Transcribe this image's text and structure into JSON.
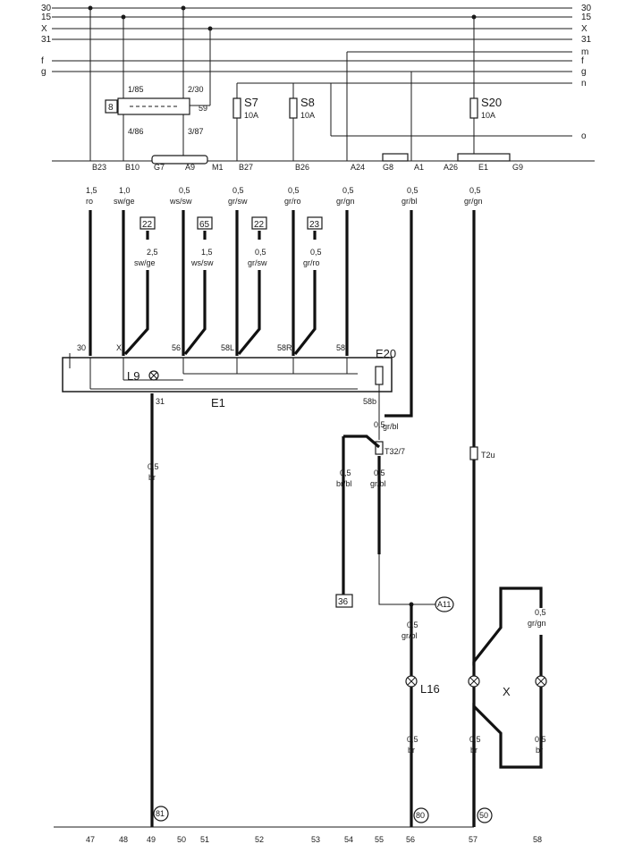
{
  "bus_lines": {
    "left": [
      "30",
      "15",
      "X",
      "31",
      "f",
      "g"
    ],
    "right": [
      "30",
      "15",
      "X",
      "31",
      "m",
      "f",
      "g",
      "n",
      "o"
    ]
  },
  "relay": {
    "box_label": "8",
    "terminals": [
      "1/85",
      "4/86",
      "2/30",
      "3/87",
      "59"
    ]
  },
  "fuses": [
    {
      "name": "S7",
      "rating": "10A"
    },
    {
      "name": "S8",
      "rating": "10A"
    },
    {
      "name": "S20",
      "rating": "10A"
    }
  ],
  "connectors": [
    "B23",
    "B10",
    "G7",
    "A9",
    "M1",
    "B27",
    "B26",
    "A24",
    "G8",
    "A1",
    "A26",
    "E1",
    "G9"
  ],
  "wires_top": [
    {
      "size": "1,5",
      "color": "ro"
    },
    {
      "size": "1,0",
      "color": "sw/ge"
    },
    {
      "size": "0,5",
      "color": "ws/sw"
    },
    {
      "size": "0,5",
      "color": "gr/sw"
    },
    {
      "size": "0,5",
      "color": "gr/ro"
    },
    {
      "size": "0,5",
      "color": "gr/gn"
    },
    {
      "size": "0,5",
      "color": "gr/bl"
    },
    {
      "size": "0,5",
      "color": "gr/gn"
    }
  ],
  "ref_boxes": [
    "22",
    "65",
    "22",
    "23"
  ],
  "branch_wires": [
    {
      "size": "2,5",
      "color": "sw/ge"
    },
    {
      "size": "1,5",
      "color": "ws/sw"
    },
    {
      "size": "0,5",
      "color": "gr/sw"
    },
    {
      "size": "0,5",
      "color": "gr/ro"
    }
  ],
  "switch": {
    "pins": [
      "30",
      "X",
      "56",
      "58L",
      "58R",
      "58"
    ],
    "labels": [
      "E20",
      "L9",
      "E1",
      "31",
      "58b"
    ]
  },
  "lower_wires": [
    {
      "size": "0,5",
      "color": "br"
    },
    {
      "size": "0,5",
      "color": "gr/bl"
    },
    {
      "size": "0,5",
      "color": "br/bl"
    },
    {
      "size": "0,5",
      "color": "gr/bl"
    },
    {
      "size": "0,5",
      "color": "gr/bl"
    },
    {
      "size": "0,5",
      "color": "gr/gn"
    },
    {
      "size": "0,5",
      "color": "br"
    },
    {
      "size": "0,5",
      "color": "br"
    },
    {
      "size": "0,5",
      "color": "br"
    }
  ],
  "connector_T": [
    "T32/7",
    "T2u"
  ],
  "ref_box_36": "36",
  "circle_refs": [
    "A11",
    "81",
    "80",
    "50"
  ],
  "components": [
    "L16",
    "X"
  ],
  "bottom_numbers": [
    "47",
    "48",
    "49",
    "50",
    "51",
    "52",
    "53",
    "54",
    "55",
    "56",
    "57",
    "58"
  ]
}
